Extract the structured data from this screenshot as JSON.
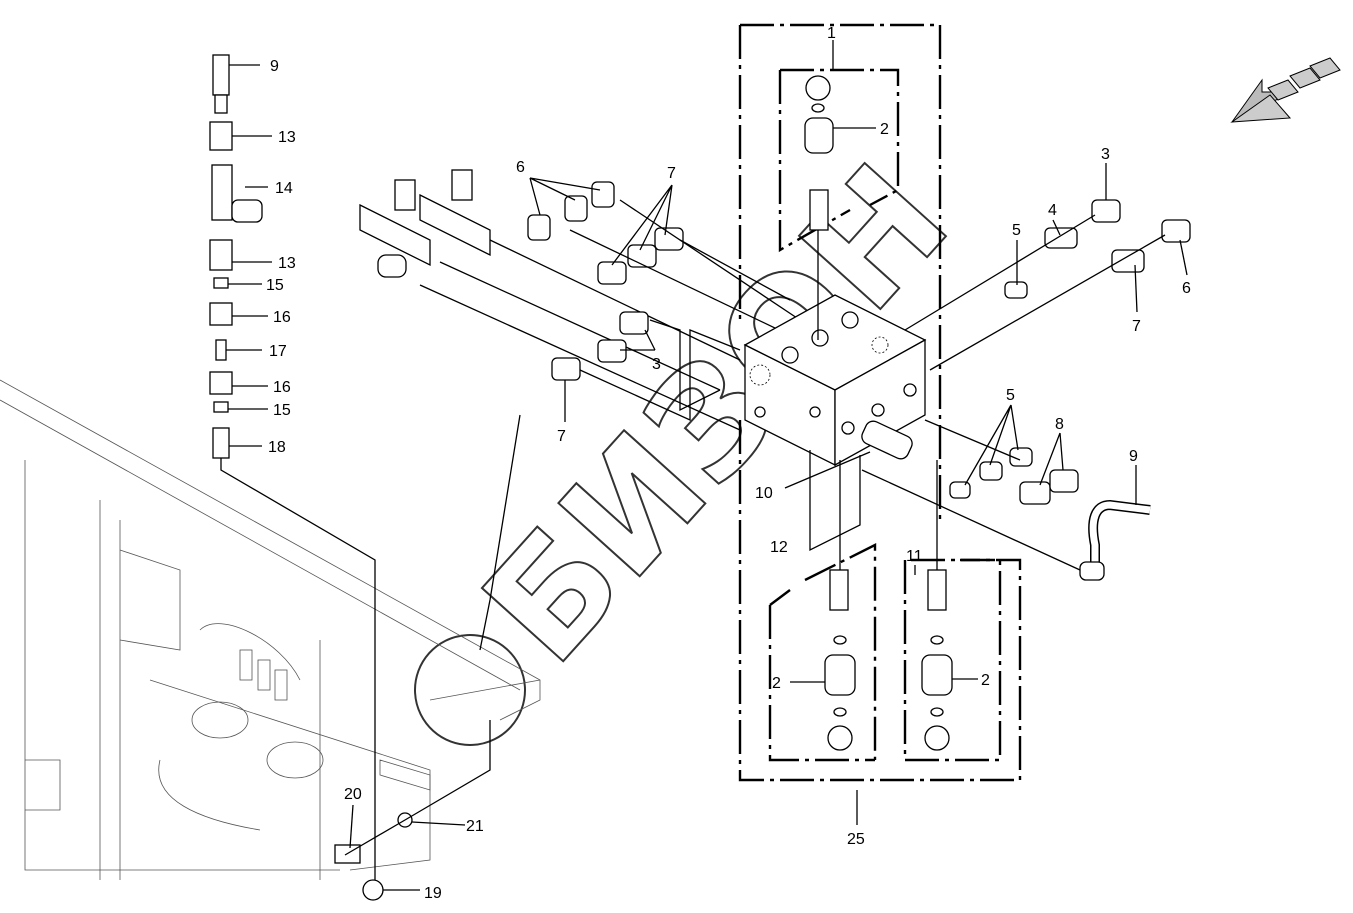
{
  "watermark": "БИЗОН",
  "callouts": [
    {
      "id": "c1",
      "text": "1"
    },
    {
      "id": "c2a",
      "text": "2"
    },
    {
      "id": "c9a",
      "text": "9"
    },
    {
      "id": "c13a",
      "text": "13"
    },
    {
      "id": "c14",
      "text": "14"
    },
    {
      "id": "c13b",
      "text": "13"
    },
    {
      "id": "c15a",
      "text": "15"
    },
    {
      "id": "c16a",
      "text": "16"
    },
    {
      "id": "c17",
      "text": "17"
    },
    {
      "id": "c16b",
      "text": "16"
    },
    {
      "id": "c15b",
      "text": "15"
    },
    {
      "id": "c18",
      "text": "18"
    },
    {
      "id": "c6a",
      "text": "6"
    },
    {
      "id": "c7a",
      "text": "7"
    },
    {
      "id": "c3a",
      "text": "3"
    },
    {
      "id": "c4",
      "text": "4"
    },
    {
      "id": "c5a",
      "text": "5"
    },
    {
      "id": "c6b",
      "text": "6"
    },
    {
      "id": "c7b",
      "text": "7"
    },
    {
      "id": "c3b",
      "text": "3"
    },
    {
      "id": "c7c",
      "text": "7"
    },
    {
      "id": "c5b",
      "text": "5"
    },
    {
      "id": "c8",
      "text": "8"
    },
    {
      "id": "c9b",
      "text": "9"
    },
    {
      "id": "c10",
      "text": "10"
    },
    {
      "id": "c11",
      "text": "11"
    },
    {
      "id": "c12",
      "text": "12"
    },
    {
      "id": "c2b",
      "text": "2"
    },
    {
      "id": "c2c",
      "text": "2"
    },
    {
      "id": "c25",
      "text": "25"
    },
    {
      "id": "c20",
      "text": "20"
    },
    {
      "id": "c21",
      "text": "21"
    },
    {
      "id": "c19",
      "text": "19"
    }
  ]
}
